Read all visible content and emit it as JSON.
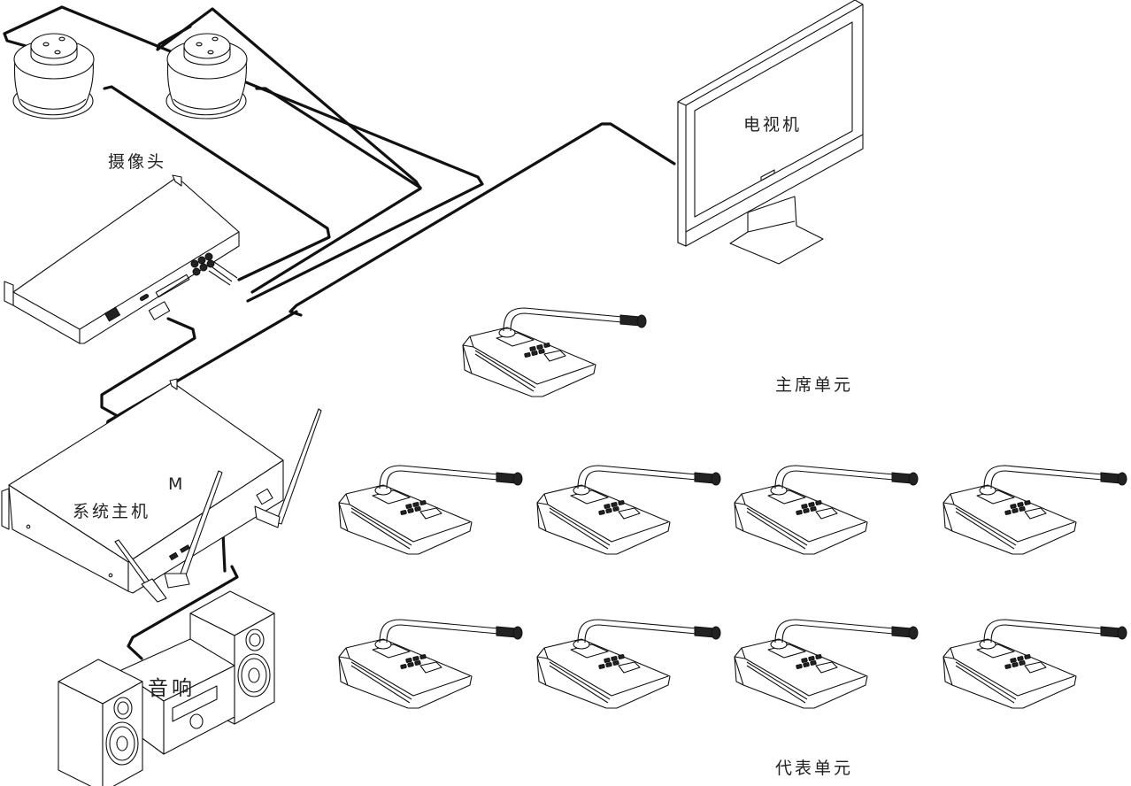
{
  "diagram": {
    "type": "conference-system-connection-diagram",
    "nodes": {
      "cameras": {
        "label": "摄像头",
        "count": 2
      },
      "video_processor": {
        "label": ""
      },
      "host": {
        "label": "系统主机",
        "port_mark": "M"
      },
      "tv": {
        "label": "电视机"
      },
      "audio": {
        "label": "音响"
      },
      "chairman_unit": {
        "label": "主席单元",
        "count": 1
      },
      "delegate_units": {
        "label": "代表单元",
        "count": 8
      }
    },
    "connections": [
      {
        "from": "cameras",
        "to": "video_processor"
      },
      {
        "from": "video_processor",
        "to": "host"
      },
      {
        "from": "host",
        "to": "tv"
      },
      {
        "from": "host",
        "to": "audio"
      },
      {
        "from": "host",
        "to": "chairman_unit",
        "medium": "wireless"
      },
      {
        "from": "host",
        "to": "delegate_units",
        "medium": "wireless"
      }
    ]
  }
}
